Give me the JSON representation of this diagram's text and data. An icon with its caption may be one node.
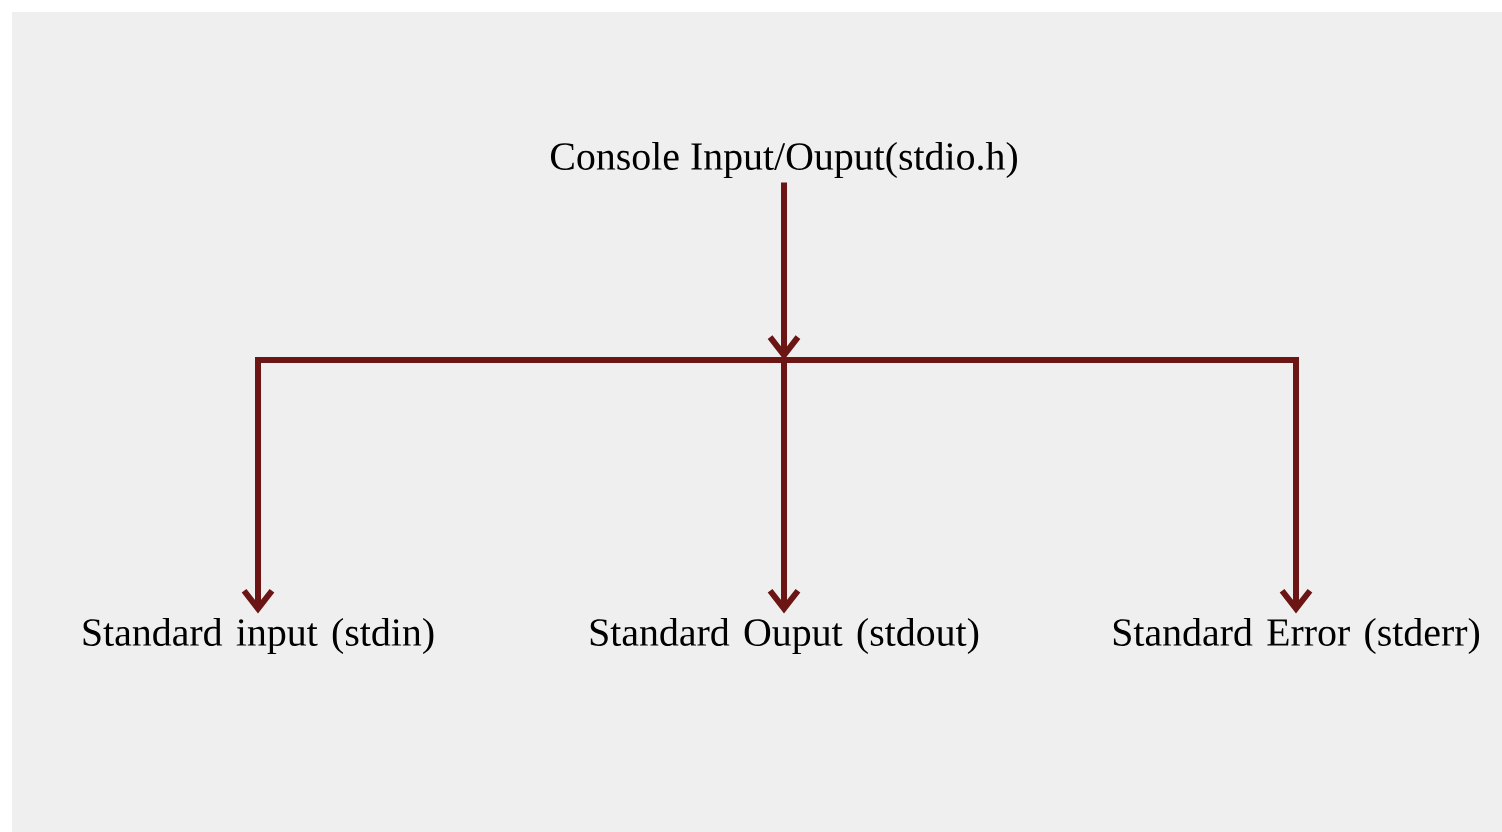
{
  "diagram": {
    "nodes": [
      {
        "text": [
          "Console Input/Ouput(stdio.h)"
        ]
      },
      {
        "text": [
          "Standard input (stdin)"
        ]
      },
      {
        "text": [
          "Standard Ouput (stdout)"
        ]
      },
      {
        "text": [
          "Standard Error (stderr)"
        ]
      }
    ],
    "edges": [
      {
        "from": 0,
        "to": 1,
        "arrow": "to"
      },
      {
        "from": 0,
        "to": 2,
        "arrow": "to"
      },
      {
        "from": 0,
        "to": 3,
        "arrow": "to"
      }
    ]
  }
}
